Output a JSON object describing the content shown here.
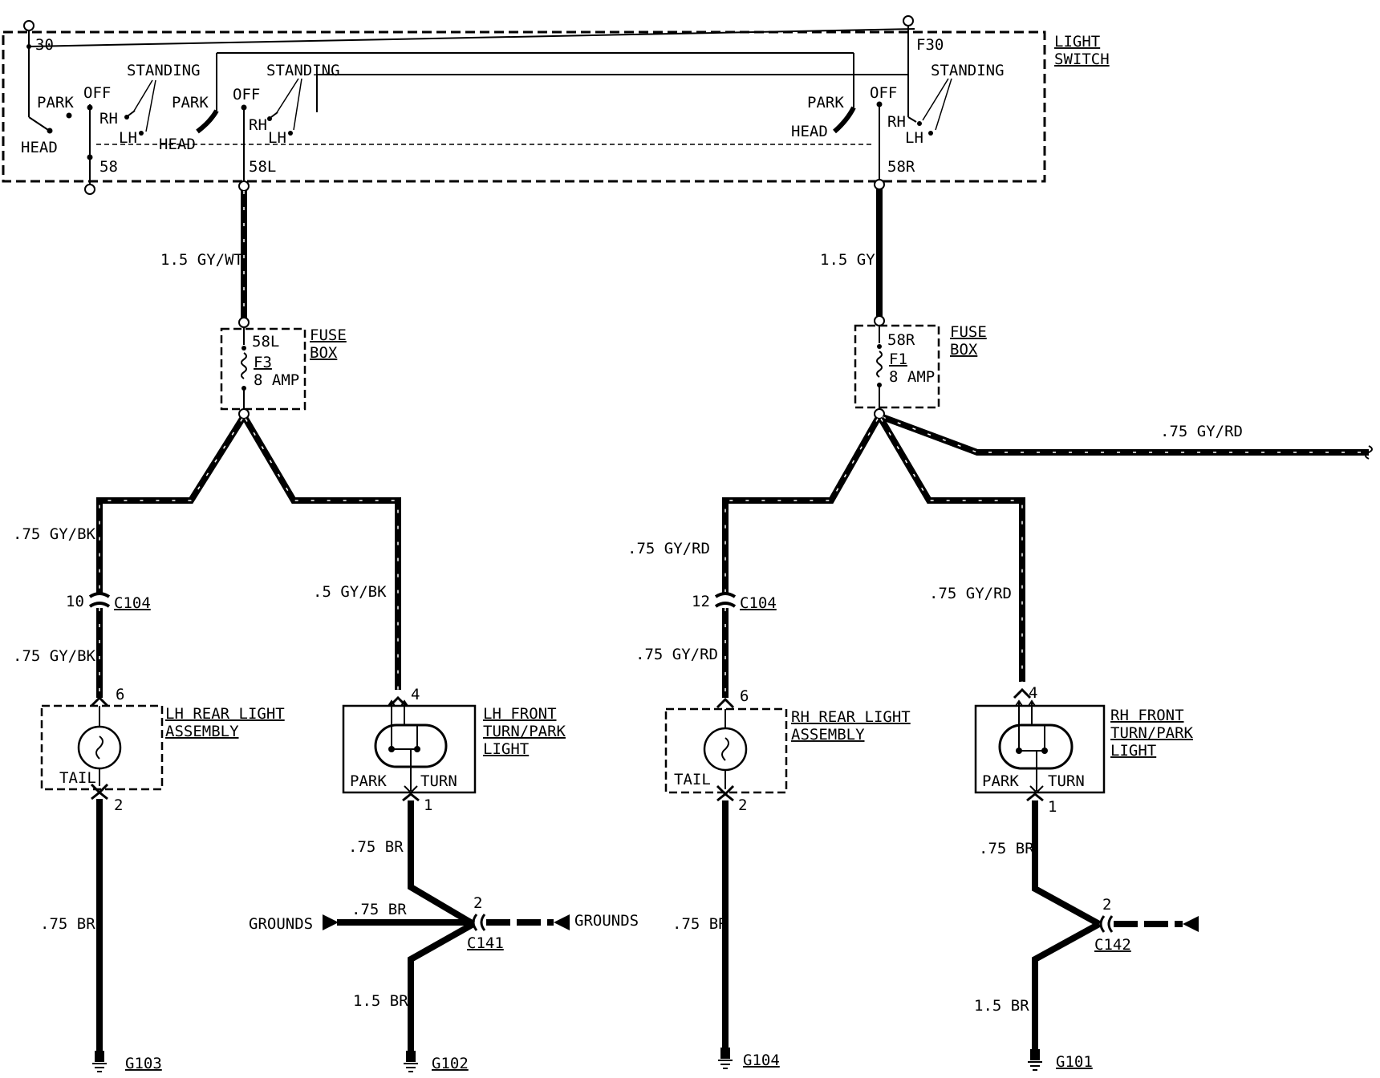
{
  "light_switch": {
    "title_line1": "LIGHT",
    "title_line2": "SWITCH",
    "terminal_30": "30",
    "terminal_f30": "F30",
    "terminal_58": "58",
    "terminal_58l": "58L",
    "terminal_58r": "58R",
    "standing": "STANDING",
    "park": "PARK",
    "off": "OFF",
    "rh": "RH",
    "lh": "LH",
    "head": "HEAD"
  },
  "left_circuit": {
    "feed_wire": "1.5 GY/WT",
    "fuse_terminal": "58L",
    "fuse_id": "F3",
    "fuse_rating": "8 AMP",
    "fuse_box_line1": "FUSE",
    "fuse_box_line2": "BOX",
    "rear_wire_upper": ".75 GY/BK",
    "connector_pin": "10",
    "connector": "C104",
    "rear_wire_lower": ".75 GY/BK",
    "front_wire": ".5 GY/BK",
    "rear_pin_in": "6",
    "rear_pin_out": "2",
    "rear_assembly_line1": "LH REAR LIGHT",
    "rear_assembly_line2": "ASSEMBLY",
    "tail": "TAIL",
    "front_pin_in": "4",
    "front_pin_out": "1",
    "front_light_line1": "LH FRONT",
    "front_light_line2": "TURN/PARK",
    "front_light_line3": "LIGHT",
    "park": "PARK",
    "turn": "TURN",
    "rear_ground_wire": ".75 BR",
    "rear_ground": "G103",
    "front_ground_wire_upper": ".75 BR",
    "grounds_left": "GROUNDS",
    "grounds_wire": ".75 BR",
    "grounds_right": "GROUNDS",
    "splice_pin": "2",
    "splice": "C141",
    "front_ground_wire_lower": "1.5 BR",
    "front_ground": "G102"
  },
  "right_circuit": {
    "feed_wire": "1.5 GY",
    "fuse_terminal": "58R",
    "fuse_id": "F1",
    "fuse_rating": "8 AMP",
    "fuse_box_line1": "FUSE",
    "fuse_box_line2": "BOX",
    "branch_wire": ".75 GY/RD",
    "rear_wire_upper": ".75 GY/RD",
    "connector_pin": "12",
    "connector": "C104",
    "rear_wire_lower": ".75 GY/RD",
    "front_wire": ".75 GY/RD",
    "rear_pin_in": "6",
    "rear_pin_out": "2",
    "rear_assembly_line1": "RH REAR LIGHT",
    "rear_assembly_line2": "ASSEMBLY",
    "tail": "TAIL",
    "front_pin_in": "4",
    "front_pin_out": "1",
    "front_light_line1": "RH FRONT",
    "front_light_line2": "TURN/PARK",
    "front_light_line3": "LIGHT",
    "park": "PARK",
    "turn": "TURN",
    "rear_ground_wire": ".75 BR",
    "rear_ground": "G104",
    "front_ground_wire_upper": ".75 BR",
    "splice_pin": "2",
    "splice": "C142",
    "front_ground_wire_lower": "1.5 BR",
    "front_ground": "G101"
  }
}
